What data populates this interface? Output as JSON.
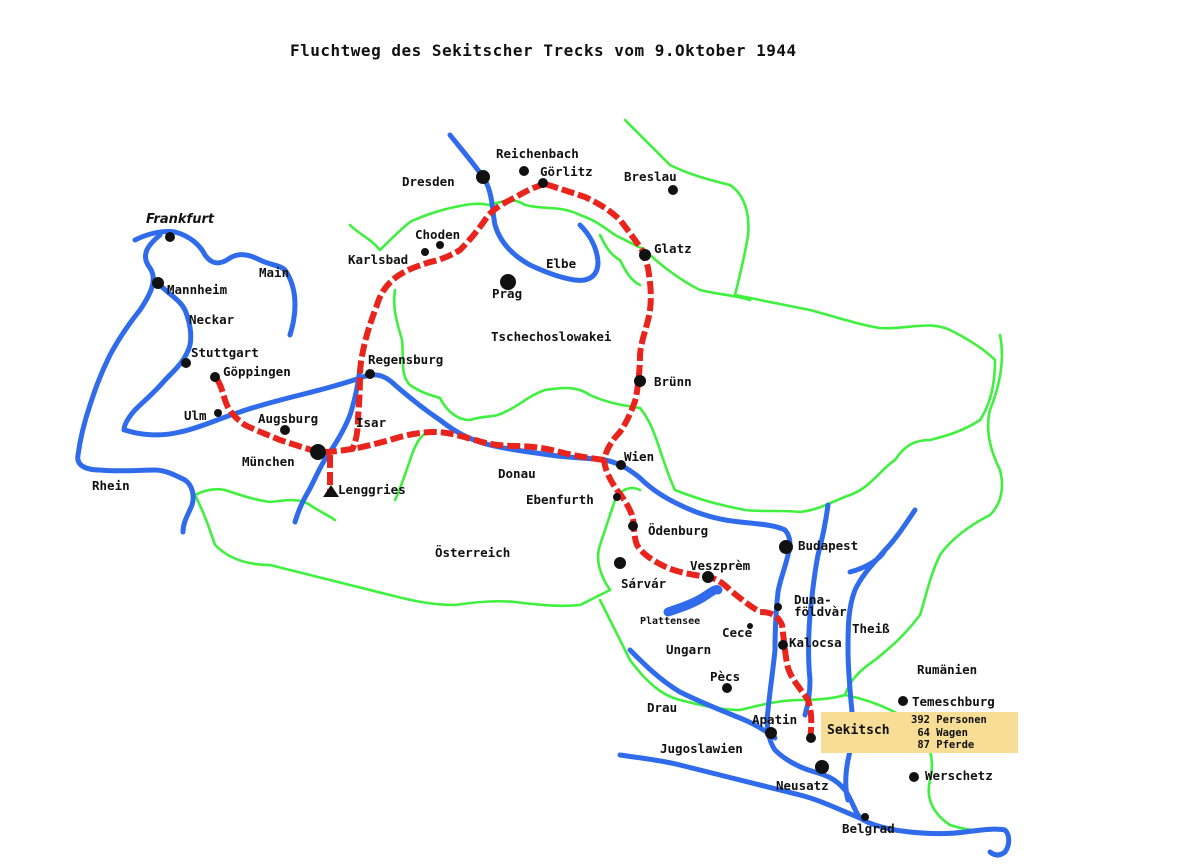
{
  "map": {
    "title": "Fluchtweg des Sekitscher Trecks vom 9.Oktober 1944",
    "colors": {
      "river": "#2f6bea",
      "border": "#3ff03f",
      "route": "#e8241c",
      "info_box": "#f7dd95"
    },
    "cities": {
      "frankfurt": "Frankfurt",
      "mannheim": "Mannheim",
      "stuttgart": "Stuttgart",
      "goeppingen": "Göppingen",
      "ulm": "Ulm",
      "augsburg": "Augsburg",
      "muenchen": "München",
      "lenggries": "Lenggries",
      "regensburg": "Regensburg",
      "karlsbad": "Karlsbad",
      "choden": "Choden",
      "dresden": "Dresden",
      "reichenbach": "Reichenbach",
      "goerlitz": "Görlitz",
      "breslau": "Breslau",
      "glatz": "Glatz",
      "prag": "Prag",
      "bruenn": "Brünn",
      "wien": "Wien",
      "ebenfurth": "Ebenfurth",
      "oedenburg": "Ödenburg",
      "budapest": "Budapest",
      "sarvar": "Sárvár",
      "veszprem": "Veszprèm",
      "dunafoeldvar_1": "Duna-",
      "dunafoeldvar_2": "földvàr",
      "cece": "Cece",
      "kalocsa": "Kalocsa",
      "pecs": "Pècs",
      "apatin": "Apatin",
      "neusatz": "Neusatz",
      "belgrad": "Belgrad",
      "temeschburg": "Temeschburg",
      "werschetz": "Werschetz"
    },
    "rivers": {
      "main": "Main",
      "neckar": "Neckar",
      "rhein": "Rhein",
      "isar": "Isar",
      "donau": "Donau",
      "elbe": "Elbe",
      "theiss": "Theiß",
      "drau": "Drau",
      "plattensee": "Plattensee"
    },
    "countries": {
      "tschechoslowakei": "Tschechoslowakei",
      "oesterreich": "Österreich",
      "ungarn": "Ungarn",
      "rumaenien": "Rumänien",
      "jugoslawien": "Jugoslawien"
    },
    "trek": {
      "origin": "Sekitsch",
      "lines": [
        "392 Personen",
        " 64 Wagen",
        " 87 Pferde"
      ]
    }
  }
}
